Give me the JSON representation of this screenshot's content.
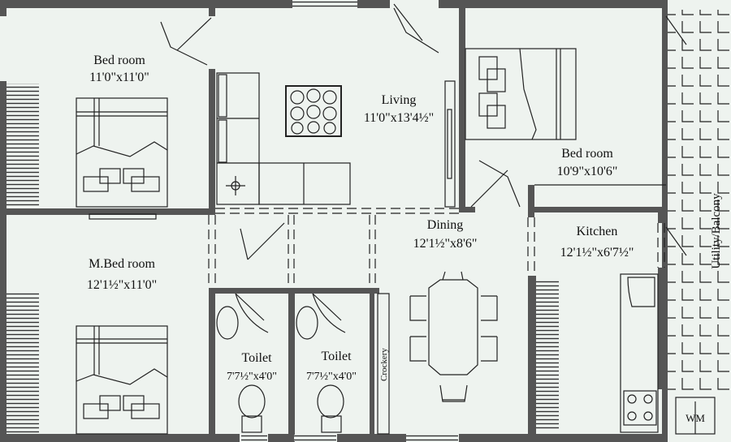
{
  "plan": {
    "rooms": [
      {
        "name": "Bed room",
        "size": "11'0\"x11'0\""
      },
      {
        "name": "Living",
        "size": "11'0\"x13'4½\""
      },
      {
        "name": "Bed room",
        "size": "10'9\"x10'6\""
      },
      {
        "name": "M.Bed room",
        "size": "12'1½\"x11'0\""
      },
      {
        "name": "Dining",
        "size": "12'1½\"x8'6\""
      },
      {
        "name": "Kitchen",
        "size": "12'1½\"x6'7½\""
      },
      {
        "name": "Toilet",
        "size": "7'7½\"x4'0\""
      },
      {
        "name": "Toilet",
        "size": "7'7½\"x4'0\""
      }
    ],
    "crockery_label": "Crockery",
    "balcony_label": "Utility/Balcony",
    "wm_label": "WM",
    "colors": {
      "wall": "#555555",
      "background": "#eef3ef",
      "line": "#222222"
    }
  }
}
